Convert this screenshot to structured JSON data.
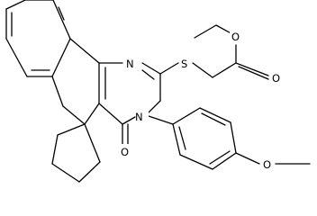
{
  "molecule": {
    "atoms": {
      "n_ring_top": "N",
      "n_ring_bottom": "N",
      "s_thioether": "S",
      "o_carbonyl_ring": "O",
      "o_ester_ether": "O",
      "o_ester_carbonyl": "O",
      "o_methoxy": "O"
    }
  }
}
